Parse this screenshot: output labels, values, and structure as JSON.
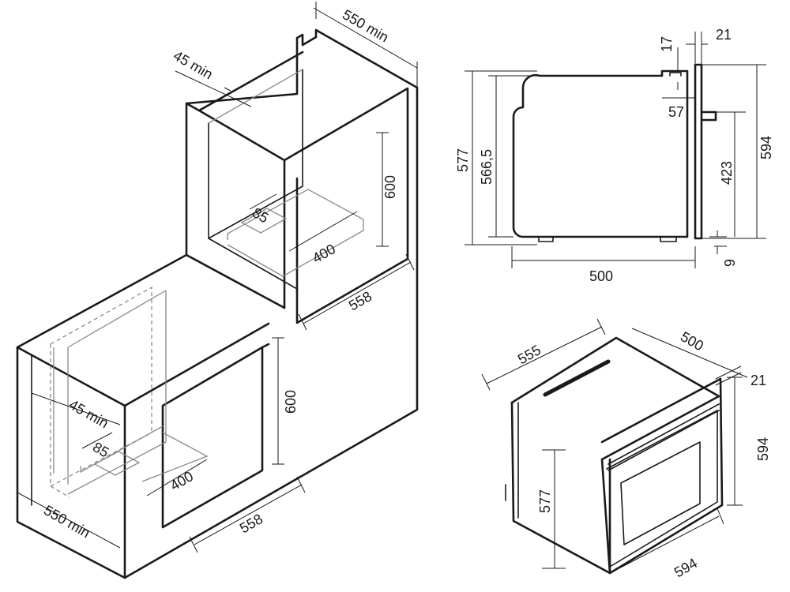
{
  "upper_cabinet": {
    "depth_top": "550 min",
    "vent_gap": "45 min",
    "height": "600",
    "inner_depth": "85",
    "inner_width": "400",
    "width": "558"
  },
  "lower_cabinet": {
    "vent_gap": "45 min",
    "inner_depth": "85",
    "height": "600",
    "inner_width": "400",
    "width": "558",
    "depth": "550 min"
  },
  "side_view": {
    "panel_top": "17",
    "panel_thickness": "21",
    "control_offset": "57",
    "body_height": "577",
    "inner_height": "566,5",
    "total_height": "594",
    "control_height": "423",
    "base_gap": "9",
    "body_depth": "500"
  },
  "oven_3d": {
    "depth": "555",
    "width_top": "500",
    "panel": "21",
    "front_height": "594",
    "body_height": "577",
    "front_width": "594"
  }
}
